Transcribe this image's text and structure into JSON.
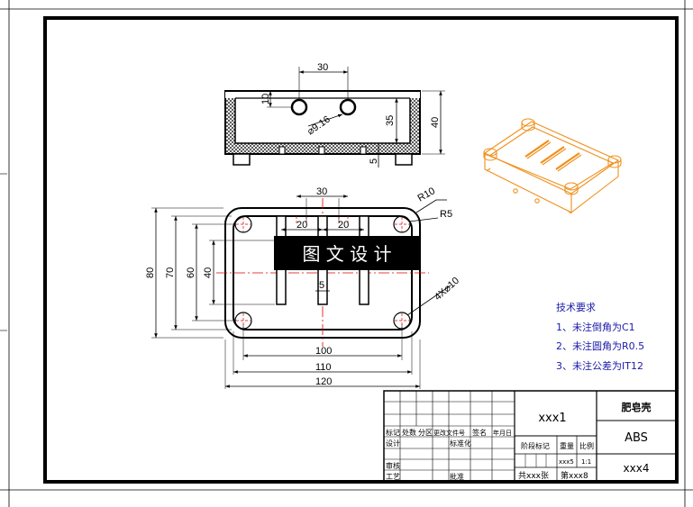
{
  "views": {
    "top_dims": {
      "hole_spacing": "30",
      "hole_offset": "10",
      "hole_dia": "⌀9.16",
      "inner_depth": "35",
      "outer_height": "40",
      "bottom": "5"
    },
    "front_dims": {
      "slot_span": "30",
      "slot_gap_left": "20",
      "slot_gap_right": "20",
      "r_big": "R10",
      "r_small": "R5",
      "holes": "4X⌀10",
      "slot_width": "5",
      "h80": "80",
      "h70": "70",
      "h60": "60",
      "h40": "40",
      "w100": "100",
      "w110": "110",
      "w120": "120"
    }
  },
  "watermark": "图 文 设 计",
  "tech_req": {
    "title": "技术要求",
    "items": [
      "1、未注倒角为C1",
      "2、未注圆角为R0.5",
      "3、未注公差为IT12"
    ]
  },
  "title_block": {
    "drawing_no": "xxx1",
    "part_name": "肥皂壳",
    "material": "ABS",
    "company": "xxx4",
    "hdr_biaoji": "标记",
    "hdr_chushu": "处数",
    "hdr_fenqu": "分区",
    "hdr_wenjian": "更改文件号",
    "hdr_qianming": "签名",
    "hdr_nianyueri": "年月日",
    "sheji": "设计",
    "biaozhunhua": "标准化",
    "shenhe": "审核",
    "gongyi": "工艺",
    "pizhun": "批准",
    "jieduan": "阶段标记",
    "zhongliang": "重量",
    "bili": "比例",
    "weight": "xxx5",
    "scale": "1:1",
    "sheets": "共xxx张",
    "sheet_no": "第xxx8"
  },
  "colors": {
    "outline": "#000000",
    "center": "#e00000",
    "iso": "#f0901c",
    "note": "#1a1aa8"
  }
}
